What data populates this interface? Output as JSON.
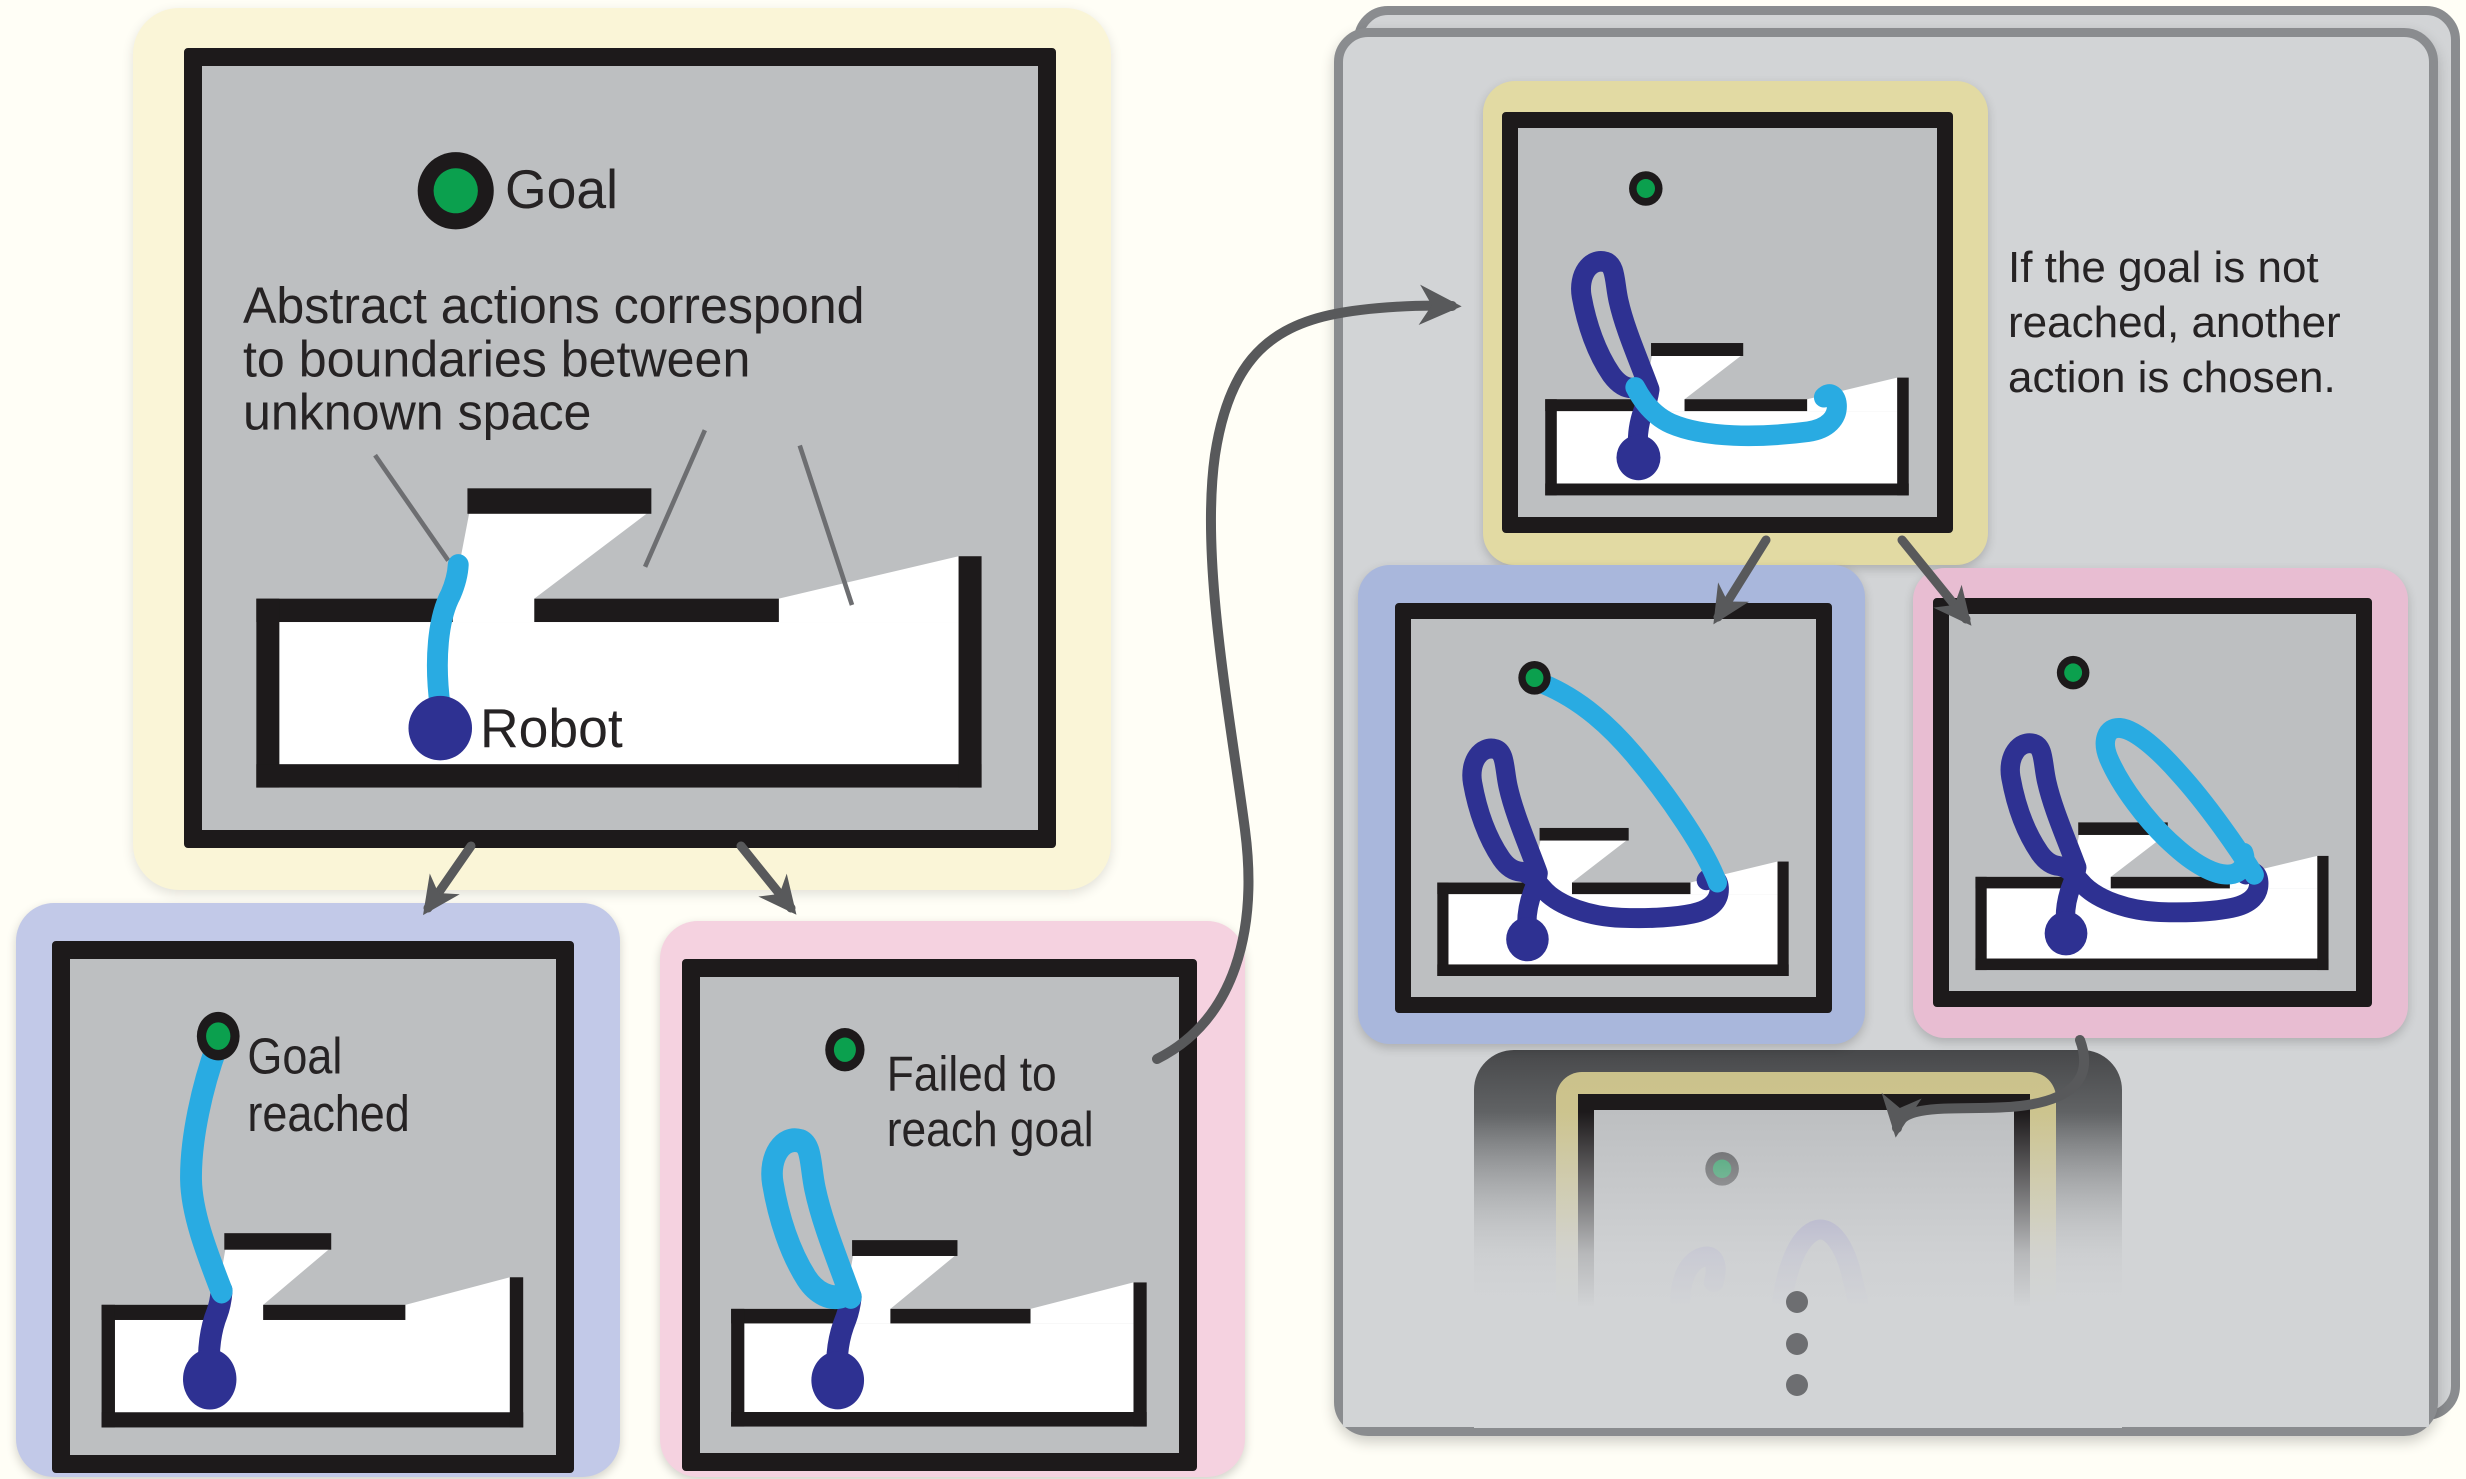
{
  "palette": {
    "page_bg": "#FFFEF6",
    "cream": "#FAF5D7",
    "olive": "#E2DAA3",
    "periwinkle": "#C2C9E8",
    "periwinkle_dark": "#A9B7DC",
    "pink": "#F5D2E0",
    "pink_dark": "#E8BDD2",
    "container_fill": "#D2D4D6",
    "container_border": "#8A8C8F",
    "map_gray": "#BDBFC1",
    "wall_black": "#1D1A1B",
    "explored_white": "#FFFFFF",
    "trajectory_cyan": "#29ABE2",
    "trajectory_navy": "#2E3192",
    "goal_green": "#0BA04E",
    "arrow_gray": "#58595B",
    "faded_purple": "#8F8AC5",
    "text": "#262324"
  },
  "main_panel": {
    "goal_label": "Goal",
    "robot_label": "Robot",
    "caption_line1": "Abstract actions correspond",
    "caption_line2": "to boundaries between",
    "caption_line3": "unknown space"
  },
  "goal_reached_panel": {
    "label_line1": "Goal",
    "label_line2": "reached"
  },
  "failed_panel": {
    "label_line1": "Failed to",
    "label_line2": "reach goal"
  },
  "search_panel": {
    "note_line1": "If the goal is not",
    "note_line2": "reached, another",
    "note_line3": "action is chosen.",
    "continuation_dots": 3
  },
  "markers": {
    "goal_icon": "green-dot-with-dark-ring",
    "robot_icon": "navy-dot"
  }
}
